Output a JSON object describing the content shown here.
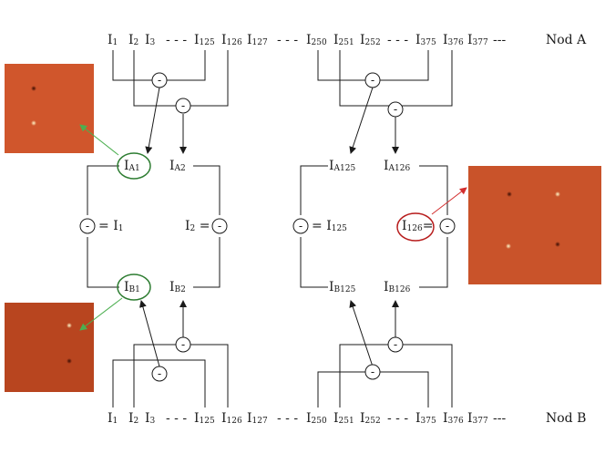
{
  "top_row": {
    "items": [
      {
        "base": "I",
        "sub": "1"
      },
      {
        "base": "I",
        "sub": "2"
      },
      {
        "base": "I",
        "sub": "3"
      },
      {
        "base": "- - -",
        "sub": ""
      },
      {
        "base": "I",
        "sub": "125"
      },
      {
        "base": "I",
        "sub": "126"
      },
      {
        "base": "I",
        "sub": "127"
      },
      {
        "base": "- - -",
        "sub": ""
      },
      {
        "base": "I",
        "sub": "250"
      },
      {
        "base": "I",
        "sub": "251"
      },
      {
        "base": "I",
        "sub": "252"
      },
      {
        "base": "- - -",
        "sub": ""
      },
      {
        "base": "I",
        "sub": "375"
      },
      {
        "base": "I",
        "sub": "376"
      },
      {
        "base": "I",
        "sub": "377"
      },
      {
        "base": "---",
        "sub": ""
      }
    ],
    "nod_label": "Nod A"
  },
  "bottom_row": {
    "items": [
      {
        "base": "I",
        "sub": "1"
      },
      {
        "base": "I",
        "sub": "2"
      },
      {
        "base": "I",
        "sub": "3"
      },
      {
        "base": "- - -",
        "sub": ""
      },
      {
        "base": "I",
        "sub": "125"
      },
      {
        "base": "I",
        "sub": "126"
      },
      {
        "base": "I",
        "sub": "127"
      },
      {
        "base": "- - -",
        "sub": ""
      },
      {
        "base": "I",
        "sub": "250"
      },
      {
        "base": "I",
        "sub": "251"
      },
      {
        "base": "I",
        "sub": "252"
      },
      {
        "base": "- - -",
        "sub": ""
      },
      {
        "base": "I",
        "sub": "375"
      },
      {
        "base": "I",
        "sub": "376"
      },
      {
        "base": "I",
        "sub": "377"
      },
      {
        "base": "---",
        "sub": ""
      }
    ],
    "nod_label": "Nod B"
  },
  "nodes": {
    "a1": {
      "base": "I",
      "sub": "A1"
    },
    "a2": {
      "base": "I",
      "sub": "A2"
    },
    "b1": {
      "base": "I",
      "sub": "B1"
    },
    "b2": {
      "base": "I",
      "sub": "B2"
    },
    "a125": {
      "base": "I",
      "sub": "A125"
    },
    "a126": {
      "base": "I",
      "sub": "A126"
    },
    "b125": {
      "base": "I",
      "sub": "B125"
    },
    "b126": {
      "base": "I",
      "sub": "B126"
    }
  },
  "equations": {
    "left_1": {
      "prefix": "= ",
      "base": "I",
      "sub": "1",
      "suffix": ""
    },
    "right_2": {
      "prefix": "",
      "base": "I",
      "sub": "2",
      "suffix": " ="
    },
    "left_125": {
      "prefix": "= ",
      "base": "I",
      "sub": "125",
      "suffix": ""
    },
    "right_126": {
      "prefix": "",
      "base": "I",
      "sub": "126",
      "suffix": "="
    }
  },
  "operator_symbol": "-",
  "colors": {
    "green_highlight": "#2e7d32",
    "red_highlight": "#b71c1c",
    "image_base": "#c8562c",
    "image_dark": "#b8461f",
    "line": "#1a1a1a",
    "green_arrow": "#4caf50",
    "red_arrow": "#d32f2f"
  }
}
